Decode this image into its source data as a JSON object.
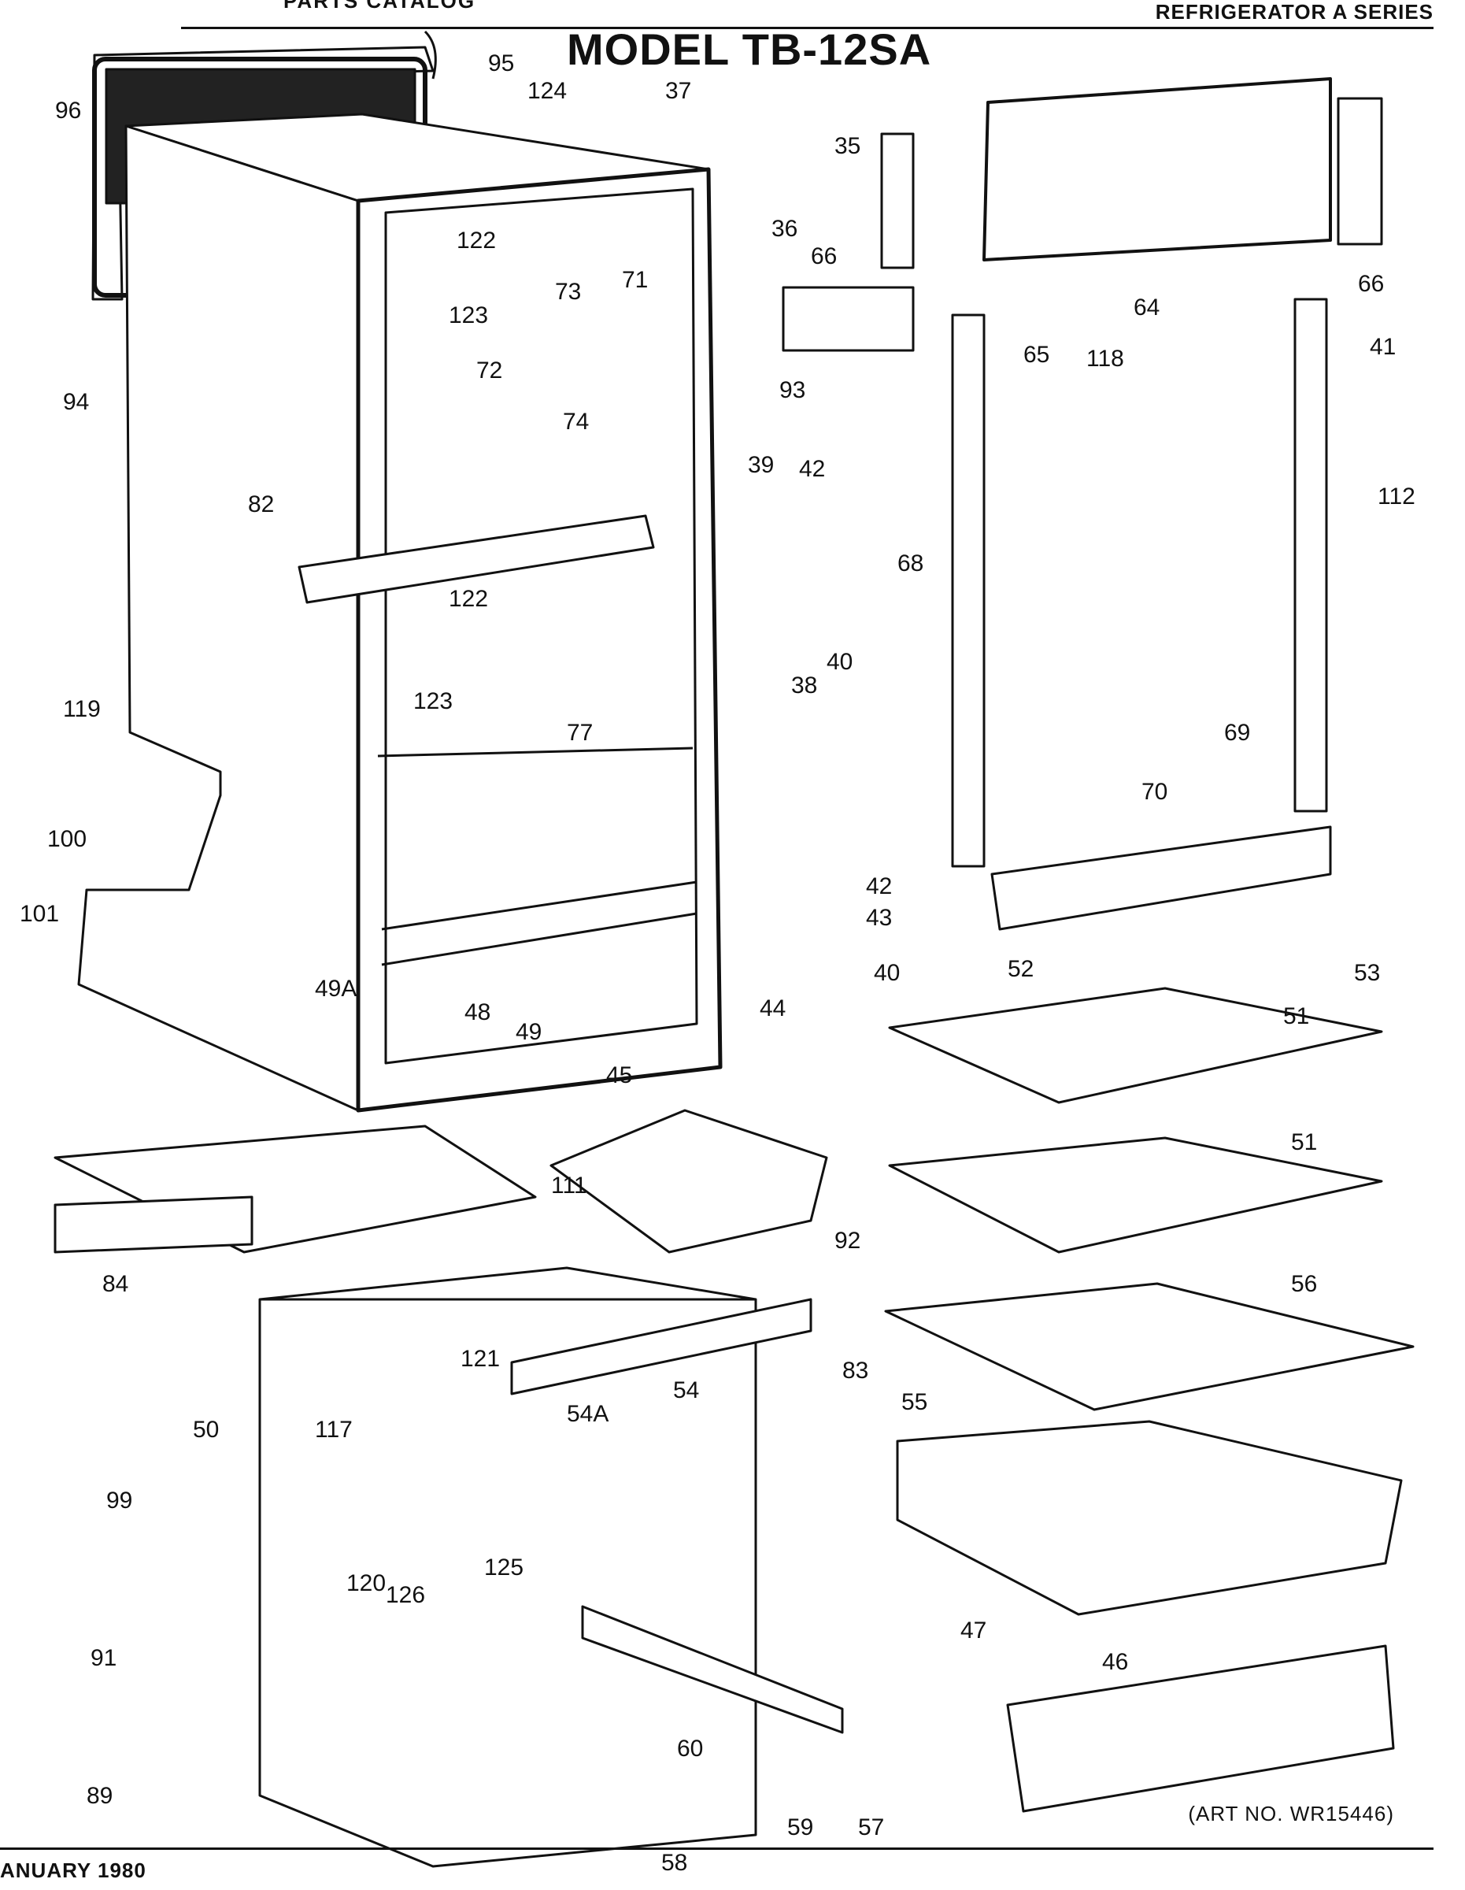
{
  "header": {
    "cut_text": "PARTS CATALOG",
    "series": "REFRIGERATOR A SERIES",
    "model": "MODEL TB-12SA"
  },
  "footer": {
    "date": "ANUARY 1980",
    "art_no": "(ART NO. WR15446)"
  },
  "callouts": [
    "96",
    "95",
    "124",
    "94",
    "37",
    "35",
    "36",
    "66",
    "64",
    "66",
    "41",
    "122",
    "123",
    "73",
    "71",
    "72",
    "74",
    "93",
    "65",
    "118",
    "112",
    "82",
    "39",
    "42",
    "40",
    "38",
    "68",
    "69",
    "122",
    "123",
    "77",
    "119",
    "70",
    "100",
    "101",
    "42",
    "43",
    "49A",
    "44",
    "40",
    "52",
    "53",
    "51",
    "48",
    "49",
    "45",
    "51",
    "84",
    "92",
    "111",
    "56",
    "99",
    "117",
    "121",
    "54A",
    "54",
    "83",
    "55",
    "120",
    "50",
    "125",
    "126",
    "47",
    "46",
    "91",
    "60",
    "89",
    "59",
    "57",
    "58"
  ]
}
